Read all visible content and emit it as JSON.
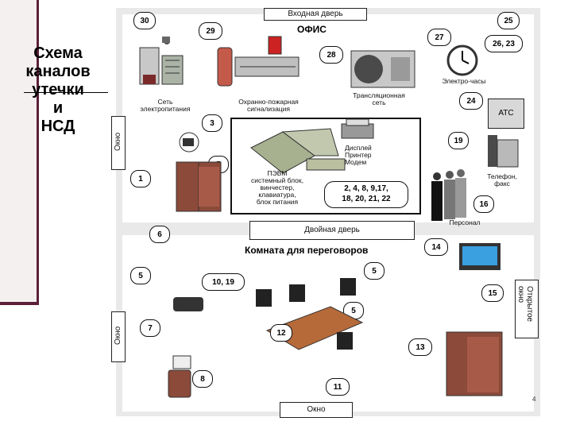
{
  "title": [
    "Схема",
    "каналов",
    "утечки",
    "и",
    "НСД"
  ],
  "labels": {
    "entrance_door": "Входная дверь",
    "office": "ОФИС",
    "power_network": [
      "Сеть",
      "электропитания"
    ],
    "fire_alarm": [
      "Охранно-пожарная",
      "сигнализация"
    ],
    "broadcast_network": [
      "Трансляционная",
      "сеть"
    ],
    "electric_clock": "Электро-часы",
    "atc": "АТС",
    "display_printer_modem": [
      "Дисплей",
      "Принтер",
      "Модем"
    ],
    "pc": [
      "ПЭВМ",
      "системный блок,",
      "винчестер,",
      "клавиатура,",
      "блок питания"
    ],
    "pc_channels": [
      "2, 4, 8, 9,17,",
      "18, 20, 21, 22"
    ],
    "phone_fax": [
      "Телефон,",
      "факс"
    ],
    "personnel": "Персонал",
    "window_upper": "Окно",
    "double_door": "Двойная дверь",
    "meeting_room": "Комната для переговоров",
    "window_lower": "Окно",
    "open_window": [
      "Открытое",
      "окно"
    ],
    "window_bottom": "Окно",
    "page_num": "4"
  },
  "callouts": [
    "30",
    "29",
    "28",
    "27",
    "25",
    "26, 23",
    "24",
    "19",
    "16",
    "3",
    "5",
    "1",
    "6",
    "14",
    "5",
    "10, 19",
    "5",
    "5",
    "15",
    "7",
    "12",
    "13",
    "8",
    "11"
  ]
}
